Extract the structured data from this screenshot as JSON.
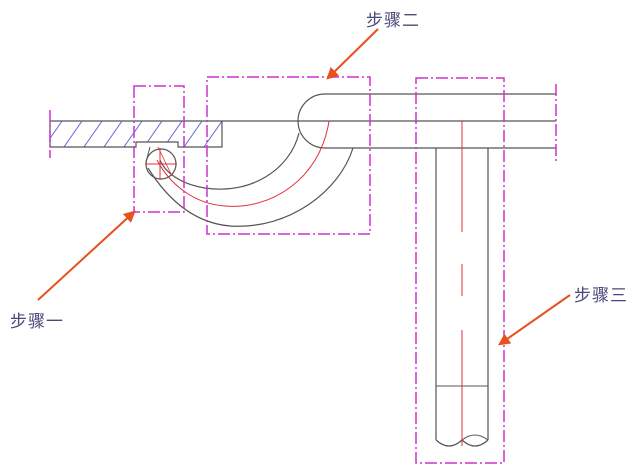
{
  "labels": {
    "step1": "步骤一",
    "step2": "步骤二",
    "step3": "步骤三"
  },
  "colors": {
    "outline": "#555555",
    "centerline": "#e0303a",
    "boundary": "#cc33cc",
    "hatch": "#6a6ad8",
    "arrow": "#e8501e",
    "label_text": "#4a4a7a"
  }
}
